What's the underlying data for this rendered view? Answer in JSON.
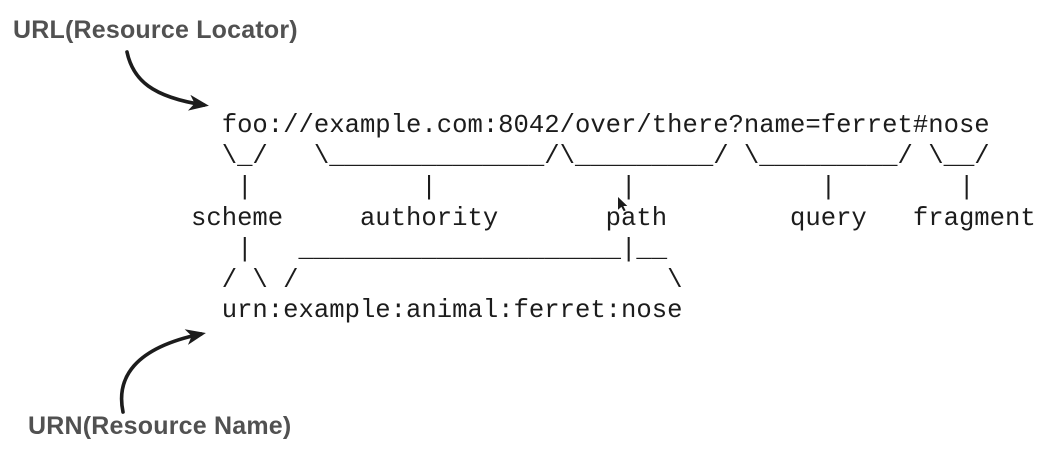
{
  "page": {
    "background": "#ffffff",
    "diagram_text_color": "#1c1c1c",
    "label_text_color": "#515151",
    "arrow_color": "#1c1c1c"
  },
  "labels": {
    "url": "URL(Resource Locator)",
    "urn": "URN(Resource Name)"
  },
  "diagram": {
    "uri_example": "foo://example.com:8042/over/there?name=ferret#nose",
    "urn_example": "urn:example:animal:ferret:nose",
    "components": [
      "scheme",
      "authority",
      "path",
      "query",
      "fragment"
    ],
    "ascii_art": "  foo://example.com:8042/over/there?name=ferret#nose\n  \\_/   \\______________/\\_________/ \\_________/ \\__/\n   |           |            |            |        |\nscheme     authority       path        query   fragment\n   |   _____________________|__\n  / \\ /                        \\\n  urn:example:animal:ferret:nose"
  },
  "icons": {
    "url_arrow": "curved-arrow-down-right",
    "urn_arrow": "curved-arrow-up-right",
    "mouse_cursor": "arrow-pointer"
  }
}
